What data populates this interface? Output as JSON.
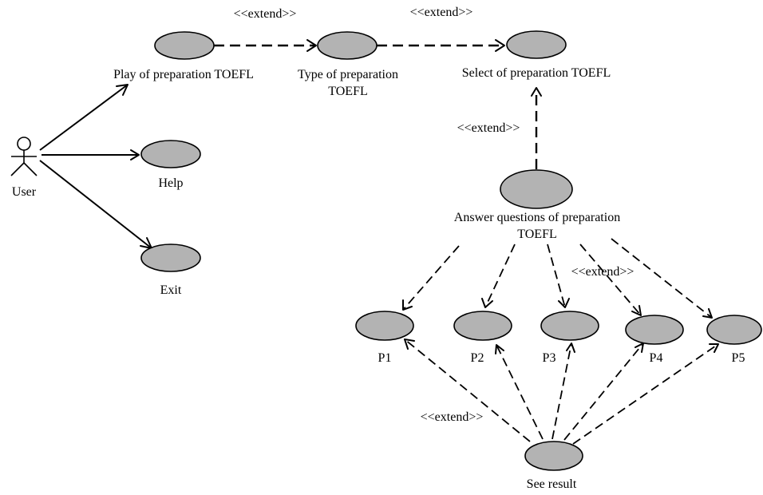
{
  "actor": {
    "label": "User"
  },
  "use_cases": {
    "play": "Play of preparation TOEFL",
    "type_line1": "Type of preparation",
    "type_line2": "TOEFL",
    "select": "Select of preparation TOEFL",
    "help": "Help",
    "exit": "Exit",
    "answer_line1": "Answer questions of preparation",
    "answer_line2": "TOEFL",
    "p1": "P1",
    "p2": "P2",
    "p3": "P3",
    "p4": "P4",
    "p5": "P5",
    "see_result": "See result"
  },
  "stereotypes": {
    "extend_play_type": "<<extend>>",
    "extend_type_select": "<<extend>>",
    "extend_answer_select": "<<extend>>",
    "extend_answer_parts": "<<extend>>",
    "extend_result_parts": "<<extend>>"
  },
  "colors": {
    "use_case_fill": "#b3b3b3",
    "line": "#000000",
    "background": "#ffffff"
  }
}
